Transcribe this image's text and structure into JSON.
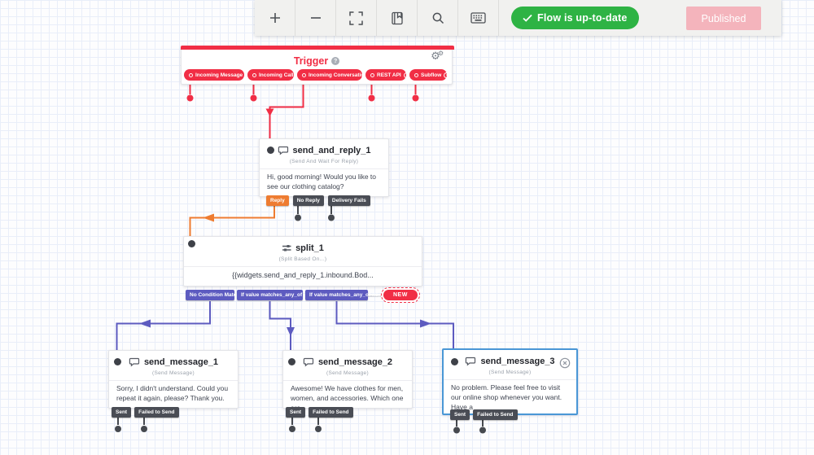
{
  "toolbar": {
    "icons": [
      {
        "name": "zoom-in-icon"
      },
      {
        "name": "zoom-out-icon"
      },
      {
        "name": "fit-to-screen-icon"
      },
      {
        "name": "changelog-icon"
      },
      {
        "name": "search-icon"
      },
      {
        "name": "keyboard-shortcuts-icon"
      }
    ],
    "status_label": "Flow is up-to-date",
    "publish_label": "Published"
  },
  "trigger": {
    "title": "Trigger",
    "events": [
      {
        "label": "Incoming Message"
      },
      {
        "label": "Incoming Call"
      },
      {
        "label": "Incoming Conversation"
      },
      {
        "label": "REST API"
      },
      {
        "label": "Subflow"
      }
    ]
  },
  "widgets": {
    "send_and_reply_1": {
      "title": "send_and_reply_1",
      "type": "(Send And Wait For Reply)",
      "body": "Hi, good morning! Would you like to see our clothing catalog?",
      "transitions": {
        "reply": "Reply",
        "no_reply": "No Reply",
        "delivery_fails": "Delivery Fails"
      }
    },
    "split_1": {
      "title": "split_1",
      "type": "(Split Based On...)",
      "body": "{{widgets.send_and_reply_1.inbound.Bod...",
      "transitions": {
        "no_match": "No Condition Matches",
        "match_yes": "If value matches_any_of yes, Yes",
        "match_no": "If value matches_any_of no, No"
      },
      "new_label": "NEW"
    },
    "send_message_1": {
      "title": "send_message_1",
      "type": "(Send Message)",
      "body": "Sorry, I didn't understand. Could you repeat it again, please? Thank you.",
      "transitions": {
        "sent": "Sent",
        "failed": "Failed to Send"
      }
    },
    "send_message_2": {
      "title": "send_message_2",
      "type": "(Send Message)",
      "body": "Awesome! We have clothes for men, women, and accessories. Which one are",
      "transitions": {
        "sent": "Sent",
        "failed": "Failed to Send"
      }
    },
    "send_message_3": {
      "title": "send_message_3",
      "type": "(Send Message)",
      "body": "No problem. Please feel free to visit our online shop whenever you want. Have a",
      "transitions": {
        "sent": "Sent",
        "failed": "Failed to Send"
      },
      "selected": true
    }
  },
  "colors": {
    "brand_red": "#f12e45",
    "reply_orange": "#ee7c31",
    "split_purple": "#5d5bc0",
    "tab_gray": "#4a4d55",
    "status_green": "#2eb344",
    "published_pink": "#f4b4bc",
    "selection_blue": "#4a97d6"
  }
}
